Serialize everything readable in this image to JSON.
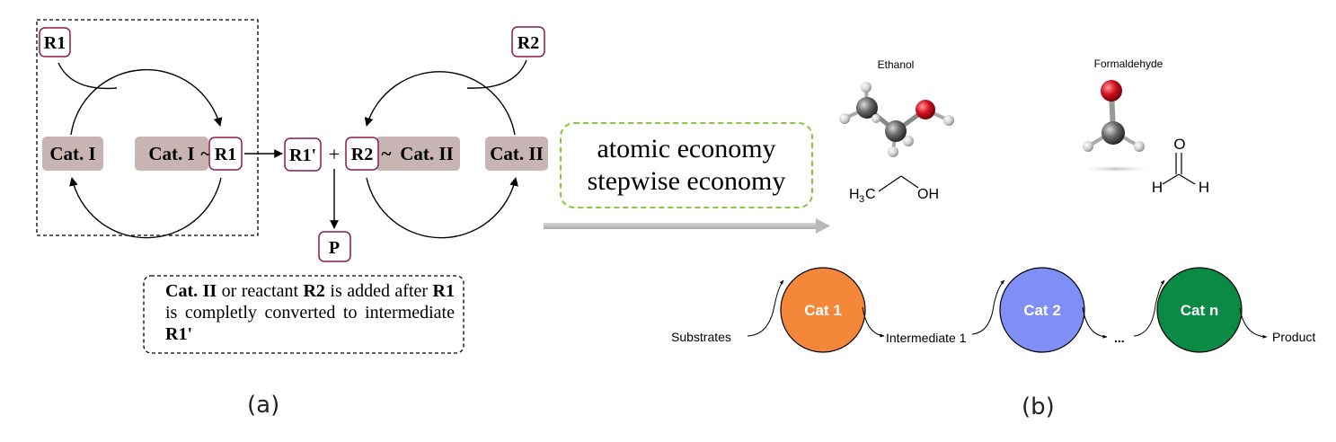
{
  "panel_a": {
    "reactant_r1": "R1",
    "reactant_r2": "R2",
    "cat_i": "Cat. I",
    "cat_ii": "Cat. II",
    "complex_cat": "Cat. I",
    "complex_tilde": "~",
    "complex_r1": "R1",
    "intermediate": "R1'",
    "plus": "+",
    "complex2_r2": "R2",
    "complex2_tilde": "~",
    "complex2_cat": "Cat. II",
    "product": "P",
    "note": {
      "cat_ii": "Cat. II",
      "text1": " or reactant ",
      "r2": "R2",
      "text2": " is added after ",
      "r1": "R1",
      "text3": " is completly converted to intermediate ",
      "r1p": "R1'"
    },
    "label": "(a)"
  },
  "economy": {
    "line1": "atomic economy",
    "line2": "stepwise economy"
  },
  "panel_b": {
    "ethanol_title": "Ethanol",
    "formaldehyde_title": "Formaldehyde",
    "ethanol_formula_h3c": "H",
    "ethanol_formula_sub": "3",
    "ethanol_formula_c": "C",
    "ethanol_formula_oh": "OH",
    "formaldehyde_o": "O",
    "formaldehyde_h_left": "H",
    "formaldehyde_h_right": "H",
    "substrates": "Substrates",
    "intermediate": "Intermediate 1",
    "ellipsis": "...",
    "product": "Product",
    "catalysts": [
      {
        "label": "Cat 1",
        "color": "#f5873a"
      },
      {
        "label": "Cat 2",
        "color": "#7f8ff7"
      },
      {
        "label": "Cat n",
        "color": "#0a8a44"
      }
    ],
    "label": "(b)"
  },
  "colors": {
    "box_border": "#8b1a4a",
    "cat_fill": "#c9b4b4",
    "dashed_green": "#8cc63f",
    "arrow_gray": "#b0b0b0"
  }
}
